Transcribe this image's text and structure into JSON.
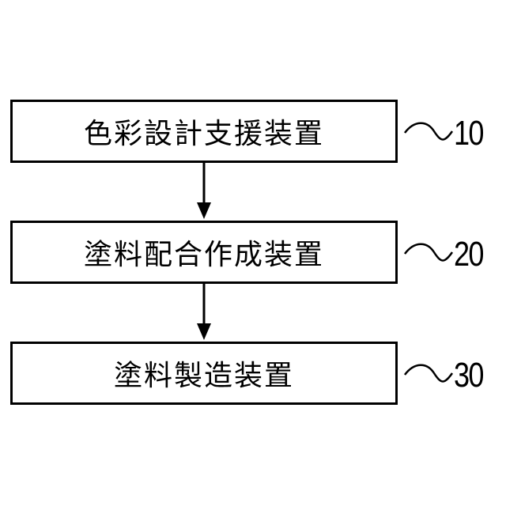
{
  "steps": [
    {
      "label": "色彩設計支援装置",
      "ref": "10"
    },
    {
      "label": "塗料配合作成装置",
      "ref": "20"
    },
    {
      "label": "塗料製造装置",
      "ref": "30"
    }
  ],
  "colors": {
    "line": "#000000",
    "background": "#ffffff"
  }
}
